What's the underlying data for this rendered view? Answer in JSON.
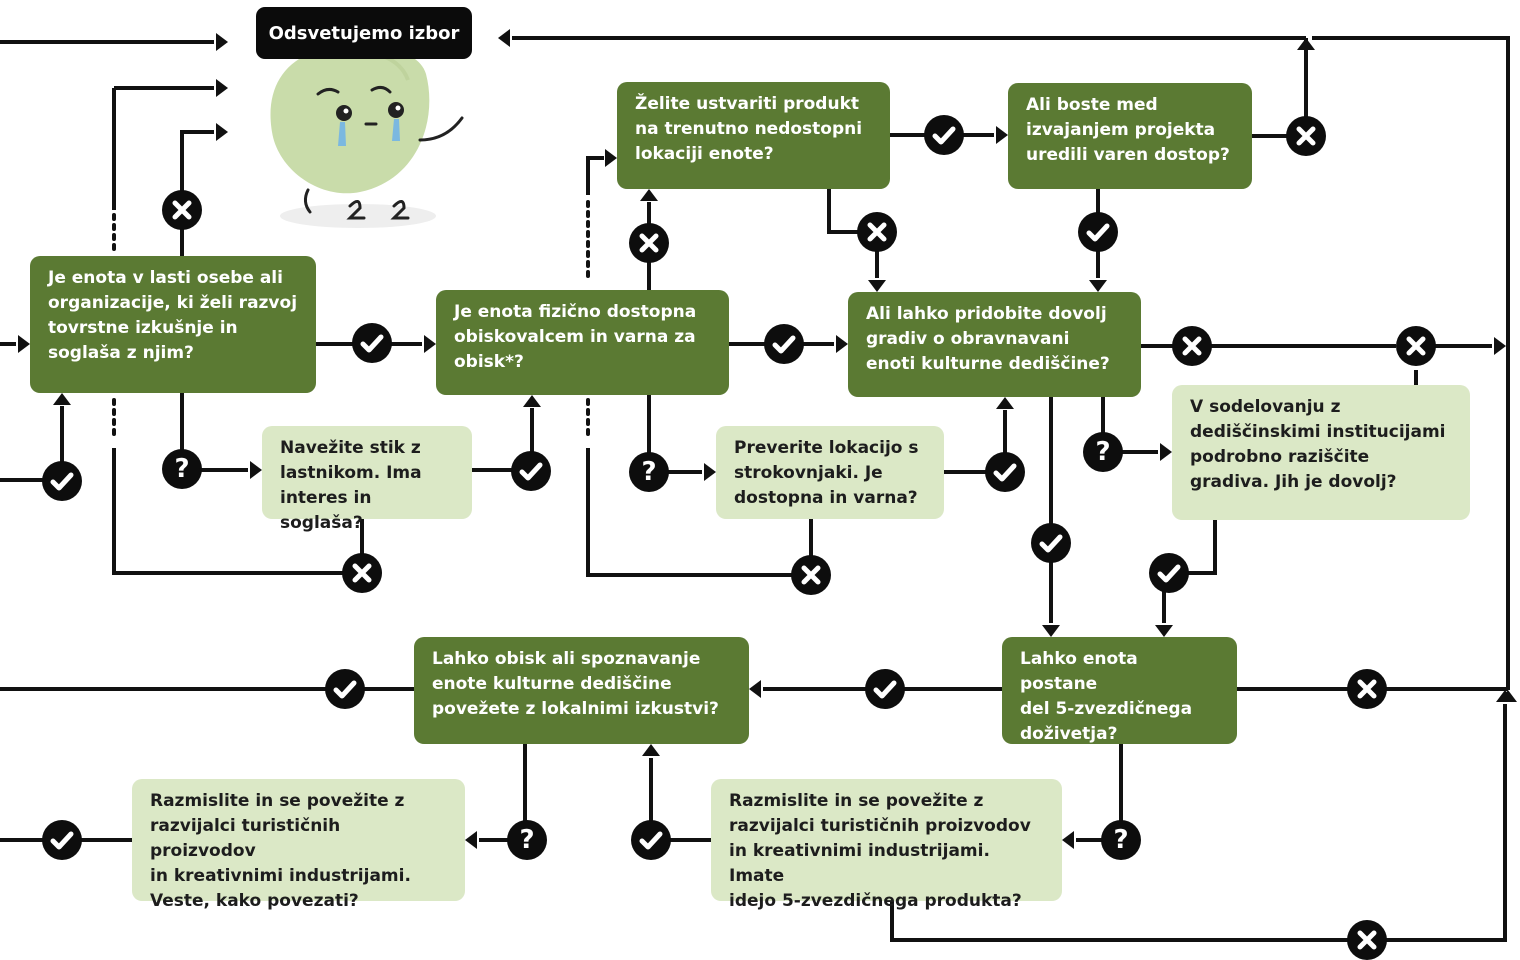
{
  "header": {
    "title": "Odsvetujemo izbor"
  },
  "nodes": {
    "n1": "Je enota v lasti osebe ali\norganizacije, ki želi razvoj\ntovrstne izkušnje in\nsoglaša z njim?",
    "n2": "Navežite stik z\nlastnikom. Ima\ninteres in soglaša?",
    "n3": "Je enota fizično dostopna\nobiskovalcem in varna za\nobisk*?",
    "n4": "Želite ustvariti produkt\nna trenutno nedostopni\nlokaciji enote?",
    "n5": "Ali boste med\nizvajanjem projekta\nuredili varen dostop?",
    "n6": "Preverite lokacijo s\nstrokovnjaki. Je\ndostopna in varna?",
    "n7": "Ali lahko pridobite dovolj\ngradiv o obravnavani\nenoti kulturne dediščine?",
    "n8": "V sodelovanju z\ndediščinskimi institucijami\npodrobno raziščite\ngradiva. Jih je dovolj?",
    "n9": "Lahko enota postane\ndel 5-zvezdičnega\ndoživetja?",
    "n10": "Lahko obisk ali spoznavanje\nenote kulturne dediščine\npovežete z lokalnimi izkustvi?",
    "n11": "Razmislite in se povežite z\nrazvijalci turističnih proizvodov\nin kreativnimi industrijami.\nVeste, kako povezati?",
    "n12": "Razmislite in se povežite z\nrazvijalci turističnih proizvodov\nin kreativnimi industrijami. Imate\nidejo 5-zvezdičnega produkta?"
  },
  "badge_types": {
    "yes": "check-icon",
    "no": "cross-icon",
    "unsure": "question-icon"
  },
  "badge_question_glyph": "?",
  "colors": {
    "dark_box": "#5b7a33",
    "light_box": "#dbe8c6",
    "line": "#111111",
    "badge": "#0d0d0d",
    "mascot": "#c9dcaa"
  }
}
